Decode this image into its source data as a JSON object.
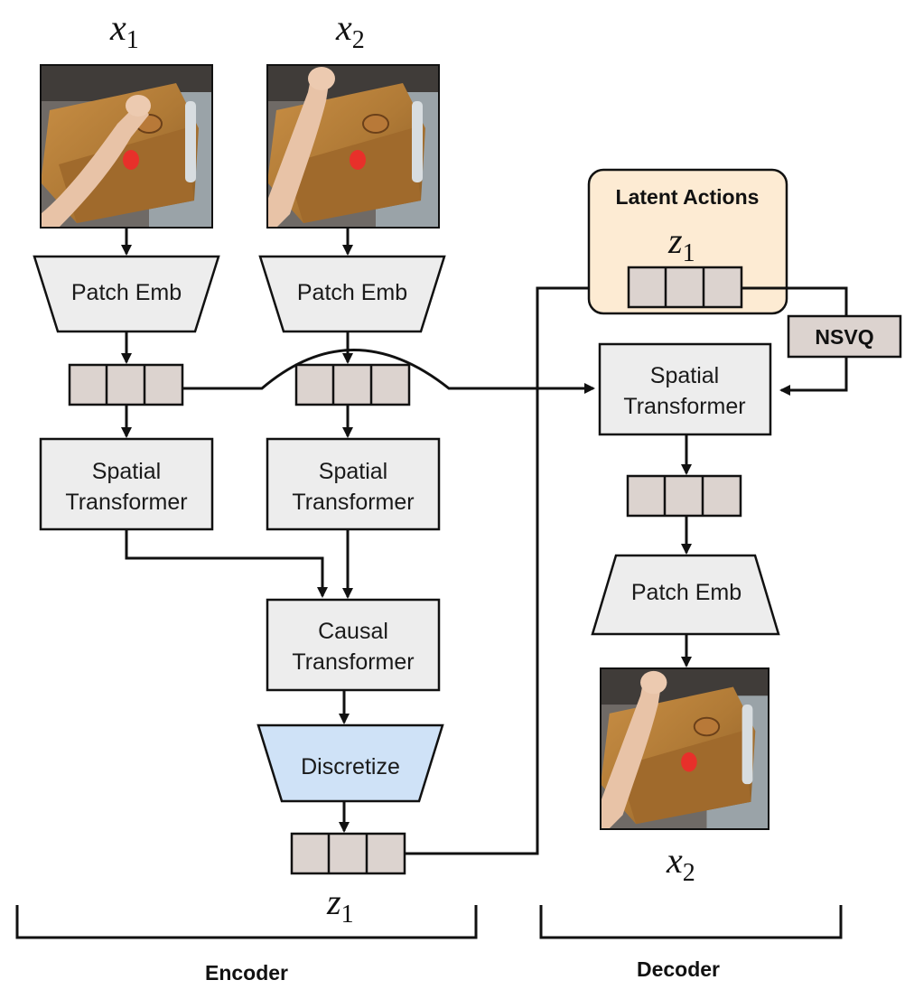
{
  "labels": {
    "x1_top": {
      "var": "x",
      "sub": "1"
    },
    "x2_top": {
      "var": "x",
      "sub": "2"
    },
    "x2_bottom": {
      "var": "x",
      "sub": "2"
    },
    "z1_bottom": {
      "var": "z",
      "sub": "1"
    },
    "z1_latent": {
      "var": "z",
      "sub": "1"
    }
  },
  "encoder": {
    "patch_emb_1": "Patch Emb",
    "patch_emb_2": "Patch Emb",
    "spatial_1": [
      "Spatial",
      "Transformer"
    ],
    "spatial_2": [
      "Spatial",
      "Transformer"
    ],
    "causal": [
      "Causal",
      "Transformer"
    ],
    "discretize": "Discretize",
    "section_label": "Encoder"
  },
  "decoder": {
    "latent_actions_title": "Latent Actions",
    "nsvq": "NSVQ",
    "spatial": [
      "Spatial",
      "Transformer"
    ],
    "patch_emb": "Patch Emb",
    "section_label": "Decoder"
  },
  "colors": {
    "box_fill": "#ededed",
    "token_fill": "#dcd3cf",
    "discretize_fill": "#cfe2f7",
    "latent_panel_fill": "#fdebd3"
  }
}
